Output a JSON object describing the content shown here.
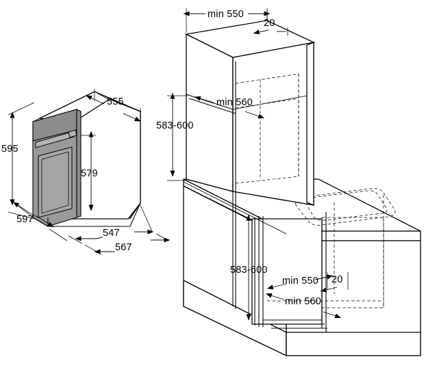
{
  "document": {
    "title": "Built-in Oven Installation Dimension Drawing",
    "type": "technical-line-drawing",
    "units": "mm",
    "background_color": "#ffffff",
    "line_color": "#000000",
    "panel_shade_color": "#9a9a9a"
  },
  "views": [
    {
      "id": "oven-unit-view",
      "name": "Oven appliance isometric view",
      "description": "Built-in oven shown in isometric projection with front door and control panel shaded grey"
    },
    {
      "id": "cabinet-installation-view",
      "name": "Cabinet installation isometric view",
      "description": "Tall cabinet column and base cabinet with countertop showing oven recess niches in hidden dashed lines"
    }
  ],
  "dimensions": {
    "oven": [
      {
        "id": "oven-height",
        "label": "595",
        "orientation": "vertical",
        "view": "oven-unit-view"
      },
      {
        "id": "oven-top-depth",
        "label": "555",
        "orientation": "diagonal",
        "view": "oven-unit-view"
      },
      {
        "id": "oven-body-height",
        "label": "579",
        "orientation": "vertical",
        "view": "oven-unit-view"
      },
      {
        "id": "oven-depth",
        "label": "597",
        "orientation": "diagonal",
        "view": "oven-unit-view"
      },
      {
        "id": "oven-body-width",
        "label": "547",
        "orientation": "diagonal",
        "view": "oven-unit-view"
      },
      {
        "id": "oven-front-width",
        "label": "567",
        "orientation": "diagonal",
        "view": "oven-unit-view"
      }
    ],
    "cabinet_upper": [
      {
        "id": "upper-niche-depth",
        "label": "min 550",
        "orientation": "horizontal",
        "view": "cabinet-installation-view"
      },
      {
        "id": "upper-worktop-thickness",
        "label": "20",
        "orientation": "horizontal",
        "view": "cabinet-installation-view"
      },
      {
        "id": "upper-niche-width",
        "label": "min 560",
        "orientation": "diagonal",
        "view": "cabinet-installation-view"
      },
      {
        "id": "upper-niche-height",
        "label": "583-600",
        "orientation": "vertical",
        "view": "cabinet-installation-view"
      }
    ],
    "cabinet_lower": [
      {
        "id": "lower-niche-height",
        "label": "583-600",
        "orientation": "vertical",
        "view": "cabinet-installation-view"
      },
      {
        "id": "lower-niche-depth",
        "label": "min 550",
        "orientation": "horizontal",
        "view": "cabinet-installation-view"
      },
      {
        "id": "lower-panel-thickness",
        "label": "20",
        "orientation": "horizontal",
        "view": "cabinet-installation-view"
      },
      {
        "id": "lower-niche-width",
        "label": "min 560",
        "orientation": "diagonal",
        "view": "cabinet-installation-view"
      }
    ]
  },
  "labels": {
    "d595": "595",
    "d555": "555",
    "d579": "579",
    "d597": "597",
    "d547": "547",
    "d567": "567",
    "upper_min550": "min 550",
    "upper_20": "20",
    "upper_min560": "min 560",
    "upper_583_600": "583-600",
    "lower_583_600": "583-600",
    "lower_min550": "min 550",
    "lower_20": "20",
    "lower_min560": "min 560"
  }
}
